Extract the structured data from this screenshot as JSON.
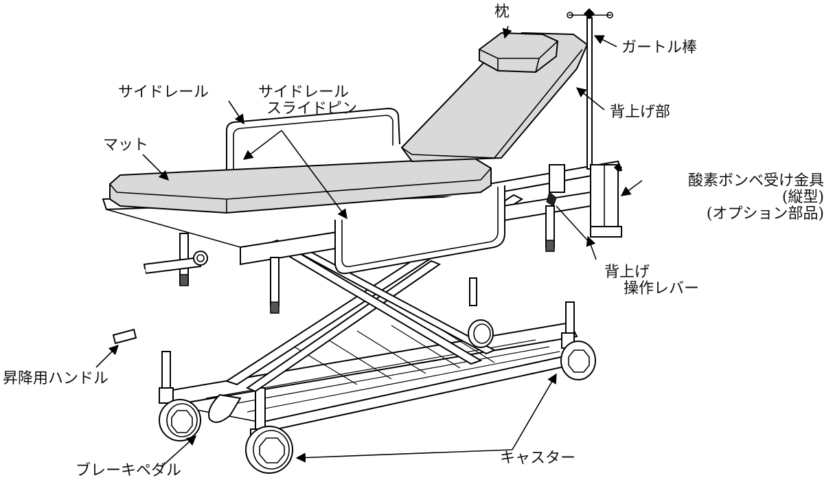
{
  "labels": {
    "pillow": "枕",
    "gatch_rod": "ガートル棒",
    "side_rail_slide_pin_1": "サイドレール",
    "side_rail_slide_pin_2": "スライドピン",
    "side_rail": "サイドレール",
    "backrest": "背上げ部",
    "mat": "マット",
    "oxygen_holder_1": "酸素ボンベ受け金具",
    "oxygen_holder_2": "(縦型)",
    "oxygen_holder_3": "(オプション部品)",
    "back_lever_1": "背上げ",
    "back_lever_2": "操作レバー",
    "lift_handle": "昇降用ハンドル",
    "casters": "キャスター",
    "brake_pedal": "ブレーキペダル"
  }
}
